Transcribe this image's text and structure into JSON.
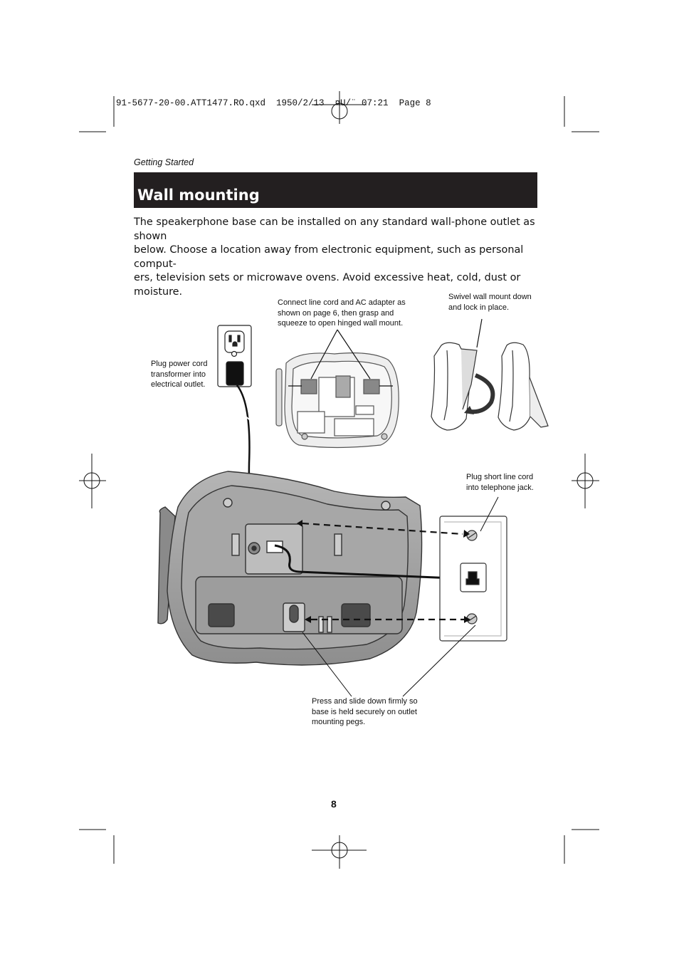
{
  "header": {
    "print_slug": "91-5677-20-00.ATT1477.RO.qxd  1950/2/13  ¤U/¨ 07:21  Page 8",
    "section_label": "Getting Started"
  },
  "title": "Wall mounting",
  "intro": {
    "line1": "The speakerphone base can be installed on any standard wall-phone outlet as shown",
    "line2": "below. Choose a location away from electronic equipment, such as personal comput-",
    "line3": "ers, television sets or microwave ovens. Avoid excessive heat, cold, dust or moisture."
  },
  "callouts": {
    "connect": [
      "Connect line cord and AC adapter as",
      "shown on page 6, then grasp and",
      "squeeze to open hinged wall mount."
    ],
    "swivel": [
      "Swivel wall mount down",
      "and lock in place."
    ],
    "plug_power": [
      "Plug power cord",
      "transformer into",
      "electrical outlet."
    ],
    "plug_line": [
      "Plug short line cord",
      "into telephone jack."
    ],
    "press_slide": [
      "Press and slide down firmly so",
      "base is held securely on outlet",
      "mounting pegs."
    ]
  },
  "page_number": "8"
}
